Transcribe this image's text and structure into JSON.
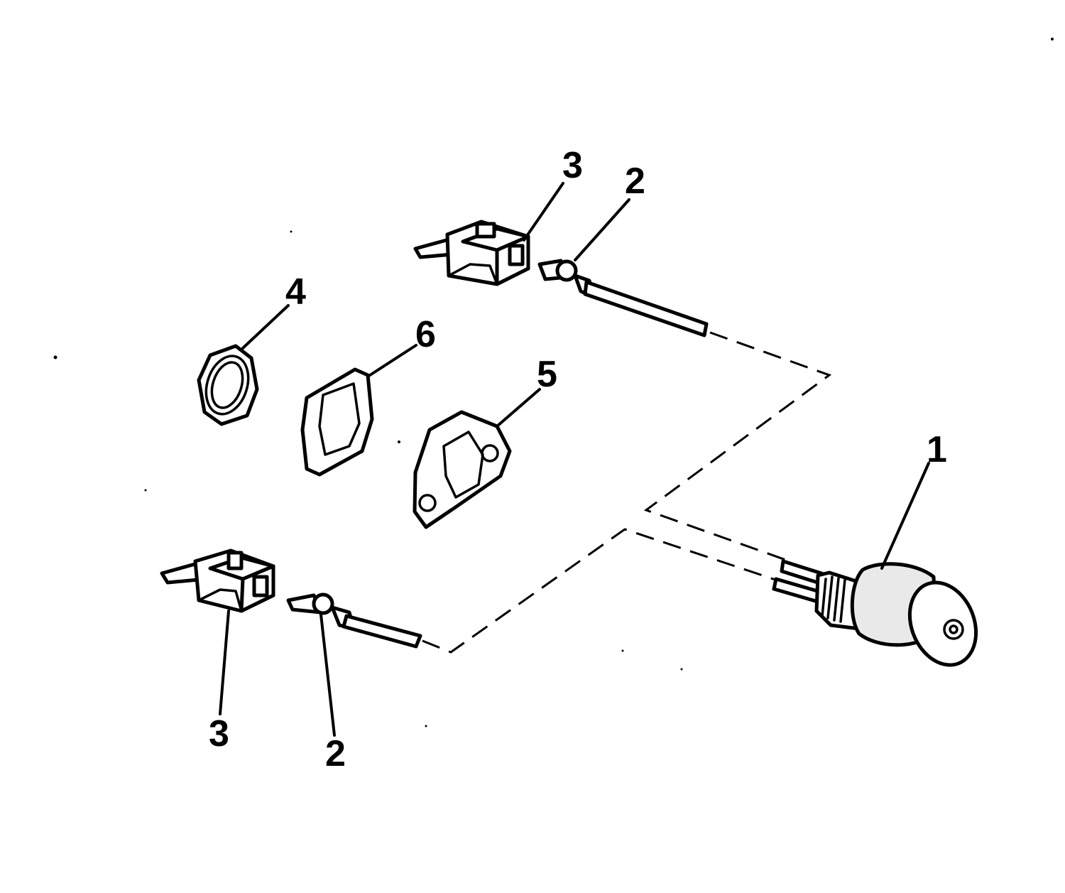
{
  "callouts": {
    "sender": "1",
    "terminal_upper": "2",
    "terminal_lower": "2",
    "connector_upper": "3",
    "connector_lower": "3",
    "nut": "4",
    "plate": "5",
    "gasket": "6"
  }
}
